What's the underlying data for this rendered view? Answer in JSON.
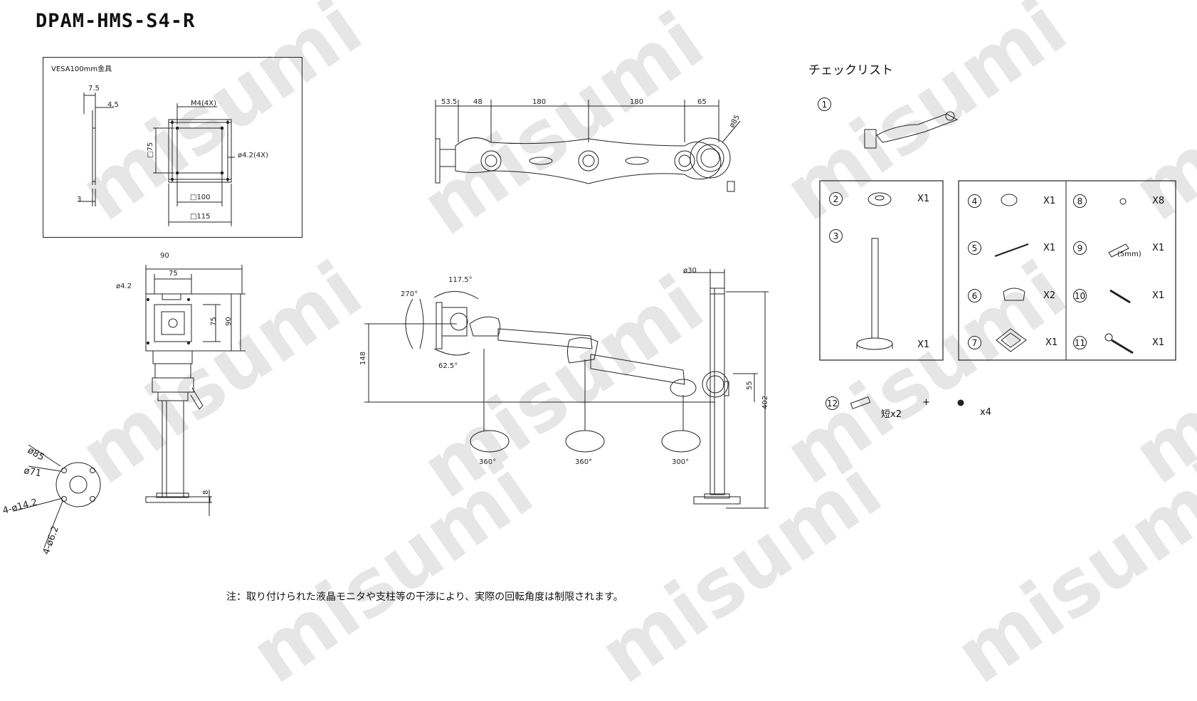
{
  "header": {
    "title": "DPAM-HMS-S4-R"
  },
  "watermark": "misumi",
  "vesa_box": {
    "label": "VESA100mm金具",
    "dims": {
      "d7_5": "7.5",
      "d4_5": "4.5",
      "d3": "3",
      "m4": "M4(4X)",
      "d75": "□75",
      "d4_2": "ø4.2(4X)",
      "d100": "□100",
      "d115": "□115"
    }
  },
  "top_view": {
    "dims": [
      "53.5",
      "48",
      "180",
      "180",
      "65"
    ],
    "dia": "ø85"
  },
  "front_view": {
    "dims": {
      "w90": "90",
      "w75": "75",
      "d4_2": "ø4.2",
      "h75": "75",
      "h90": "90",
      "h8": "8"
    }
  },
  "base_view": {
    "dims": {
      "d85": "ø85",
      "d71": "ø71",
      "d14_2": "4-ø14.2",
      "d6_2": "4-ø6.2"
    }
  },
  "side_view": {
    "dims": {
      "d30": "ø30",
      "h148": "148",
      "h55": "55",
      "h402": "402"
    },
    "angles": {
      "a270": "270°",
      "a117": "117.5°",
      "a62": "62.5°",
      "r1": "360°",
      "r2": "360°",
      "r3": "300°"
    }
  },
  "checklist": {
    "title": "チェックリスト",
    "items": [
      {
        "num": "1",
        "qty": ""
      },
      {
        "num": "2",
        "qty": "X1"
      },
      {
        "num": "3",
        "qty": "X1"
      },
      {
        "num": "4",
        "qty": "X1"
      },
      {
        "num": "5",
        "qty": "X1"
      },
      {
        "num": "6",
        "qty": "X2"
      },
      {
        "num": "7",
        "qty": "X1"
      },
      {
        "num": "8",
        "qty": "X8"
      },
      {
        "num": "9",
        "qty": "X1",
        "note": "(5mm)"
      },
      {
        "num": "10",
        "qty": "X1"
      },
      {
        "num": "11",
        "qty": "X1"
      },
      {
        "num": "12",
        "qty": "短x2",
        "plus": "+",
        "qty2": "x4"
      }
    ]
  },
  "footer": {
    "note": "注：取り付けられた液晶モニタや支柱等の干渉により、実際の回転角度は制限されます。"
  }
}
